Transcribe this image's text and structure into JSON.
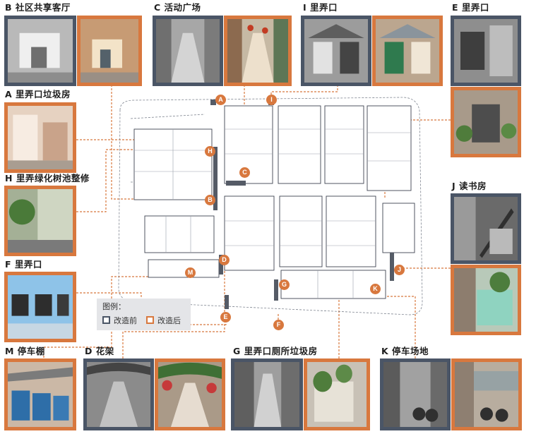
{
  "colors": {
    "before": "#4a5566",
    "after": "#d8783e",
    "road": "#555b66"
  },
  "labels": {
    "B": "B 社区共享客厅",
    "C": "C 活动广场",
    "I": "I 里弄口",
    "E": "E 里弄口",
    "A": "A 里弄口垃圾房",
    "H": "H  里弄绿化树池整修",
    "J": "J 读书房",
    "F": "F 里弄口",
    "M": "M 停车棚",
    "D": "D 花架",
    "G": "G 里弄口厕所垃圾房",
    "K": "K 停车场地"
  },
  "markers": [
    "A",
    "I",
    "H",
    "C",
    "B",
    "D",
    "M",
    "G",
    "K",
    "J",
    "E",
    "F"
  ],
  "legend": {
    "title": "图例：",
    "before": "改造前",
    "after": "改造后"
  }
}
